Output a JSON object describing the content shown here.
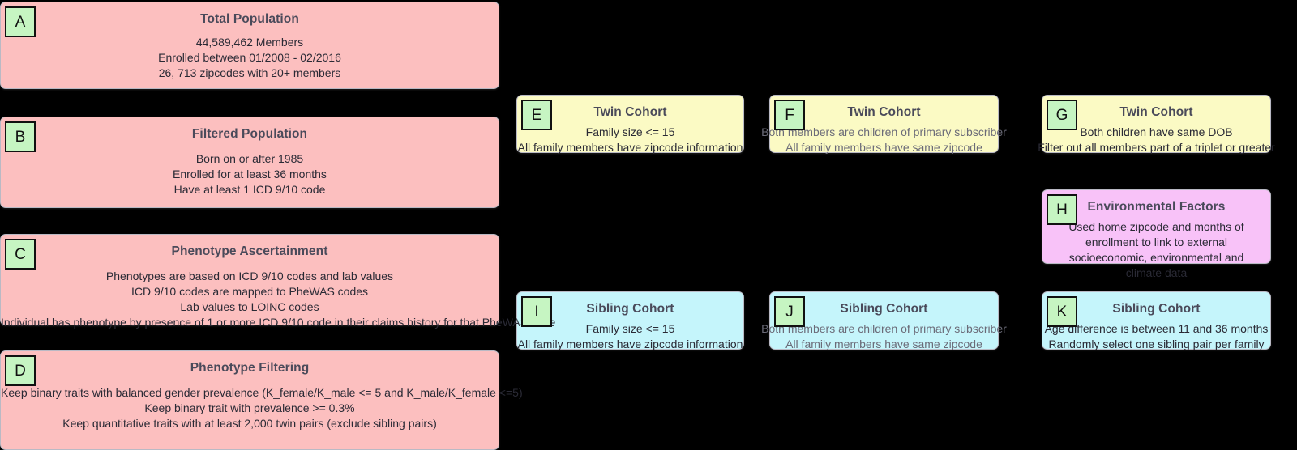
{
  "diagram": {
    "title": "Cohort construction and phenotype ascertainment flow",
    "background_color": "#000000",
    "colors": {
      "pink": "#fcbfbf",
      "yellow": "#fbfac4",
      "cyan": "#c5f5fb",
      "magenta": "#f8c2f8",
      "badge_green": "#c6f5c2",
      "title_text": "#4a4a5a",
      "body_text": "#2a2a35",
      "muted_body_text": "#6b6b78",
      "border": "#b9b9c4"
    },
    "nodes": [
      {
        "id": "A",
        "badge": "A",
        "title": "Total Population",
        "lines": [
          "44,589,462 Members",
          "Enrolled between 01/2008 - 02/2016",
          "26, 713 zipcodes with 20+ members"
        ]
      },
      {
        "id": "B",
        "badge": "B",
        "title": "Filtered Population",
        "lines": [
          "Born on or after 1985",
          "Enrolled for at least 36 months",
          "Have at least 1 ICD 9/10 code"
        ]
      },
      {
        "id": "C",
        "badge": "C",
        "title": "Phenotype Ascertainment",
        "lines": [
          "Phenotypes are based on ICD 9/10 codes and lab values",
          "ICD 9/10 codes are mapped to PheWAS codes",
          "Lab values to LOINC codes",
          "Individual has phenotype by presence of 1 or more ICD 9/10 code in their claims history for that PheWAS code"
        ]
      },
      {
        "id": "D",
        "badge": "D",
        "title": "Phenotype Filtering",
        "lines": [
          "Keep binary traits with balanced gender prevalence (K_female/K_male <= 5 and K_male/K_female <=5)",
          "Keep binary trait with prevalence >= 0.3%",
          "Keep quantitative traits with at least 2,000 twin pairs (exclude sibling pairs)"
        ]
      },
      {
        "id": "E",
        "badge": "E",
        "title": "Twin Cohort",
        "lines": [
          "Family size <= 15",
          "All family members have zipcode information"
        ]
      },
      {
        "id": "F",
        "badge": "F",
        "title": "Twin Cohort",
        "lines": [
          "Both members are children of primary subscriber",
          "All family members have same zipcode"
        ]
      },
      {
        "id": "G",
        "badge": "G",
        "title": "Twin Cohort",
        "lines": [
          "Both children have same DOB",
          "Filter out all members part of a triplet or greater"
        ]
      },
      {
        "id": "H",
        "badge": "H",
        "title": "Environmental Factors",
        "lines": [
          "Used home zipcode and months of enrollment to link to external socioeconomic, environmental and climate data"
        ]
      },
      {
        "id": "I",
        "badge": "I",
        "title": "Sibling Cohort",
        "lines": [
          "Family size <= 15",
          "All family members have zipcode information"
        ]
      },
      {
        "id": "J",
        "badge": "J",
        "title": "Sibling Cohort",
        "lines": [
          "Both members are children of primary subscriber",
          "All family members have same zipcode"
        ]
      },
      {
        "id": "K",
        "badge": "K",
        "title": "Sibling Cohort",
        "lines": [
          "Age difference is between 11 and 36 months",
          "Randomly select one sibling pair per family"
        ]
      }
    ]
  }
}
